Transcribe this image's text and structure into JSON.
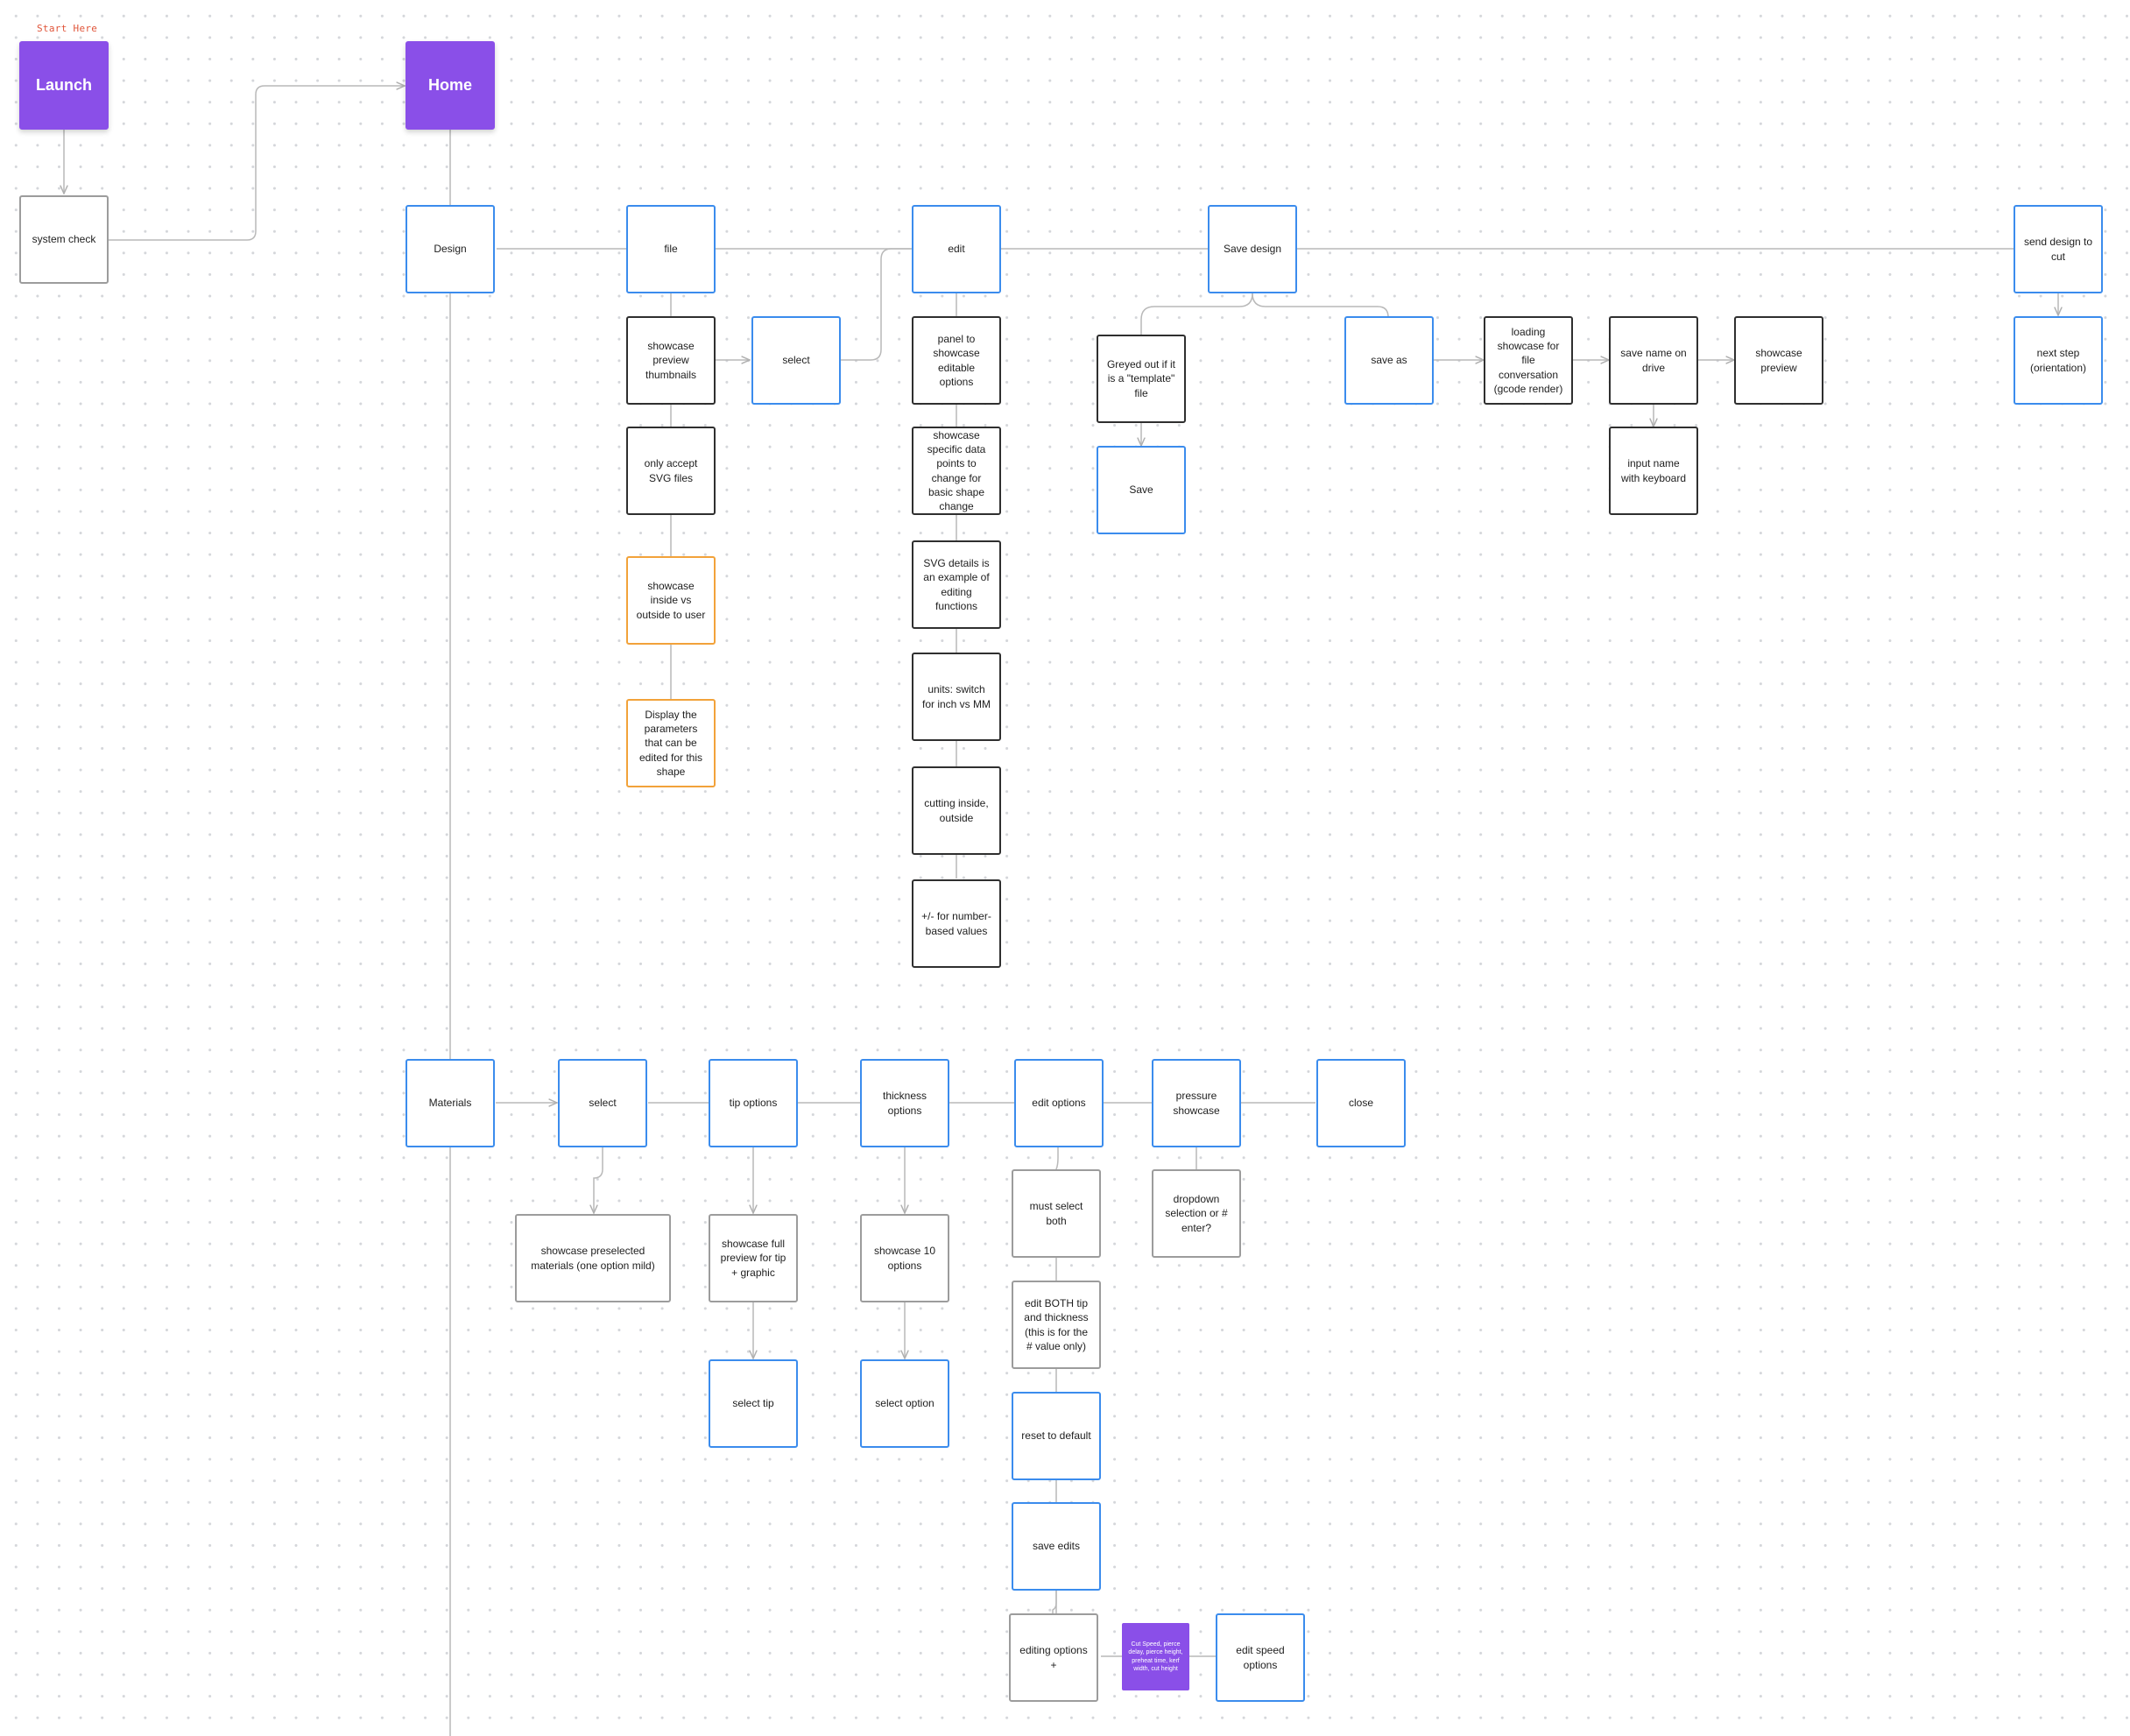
{
  "start_label": "Start Here",
  "nodes": {
    "launch": "Launch",
    "home": "Home",
    "system_check": "system check",
    "design": "Design",
    "file": "file",
    "showcase_preview_thumbnails": "showcase preview thumbnails",
    "select_design": "select",
    "only_accept_svg": "only accept SVG files",
    "showcase_inside_outside": "showcase inside vs outside to user",
    "display_parameters": "Display the parameters that can be edited for this shape",
    "edit": "edit",
    "panel_editable": "panel to showcase editable options",
    "showcase_data_points": "showcase specific data points to change for basic shape change",
    "svg_details": "SVG details is an example of editing functions",
    "units_switch": "units: switch for inch vs MM",
    "cutting_inside": "cutting inside, outside",
    "plus_minus": "+/- for  number-based values",
    "save_design": "Save design",
    "greyed_out": "Greyed out if it is a \"template\" file",
    "save": "Save",
    "save_as": "save as",
    "loading_showcase": "loading showcase for file conversation (gcode render)",
    "save_name_drive": "save name on drive",
    "showcase_preview": "showcase preview",
    "input_name_keyboard": "input name with keyboard",
    "send_design": "send design to cut",
    "next_step": "next step (orientation)",
    "materials": "Materials",
    "select_materials": "select",
    "showcase_preselected": "showcase preselected materials (one option mild)",
    "tip_options": "tip options",
    "showcase_full_preview": "showcase full preview for tip + graphic",
    "select_tip": "select tip",
    "thickness_options": "thickness options",
    "showcase_10_options": "showcase 10 options",
    "select_option": "select  option",
    "edit_options": "edit options",
    "must_select_both": "must select both",
    "edit_both": "edit BOTH tip and thickness (this is for the # value only)",
    "reset_default": "reset to default",
    "save_edits": "save edits",
    "editing_options": "editing options +",
    "note_cut_speed": "Cut Speed, pierce delay, pierce height, preheat time, kerf width, cut height",
    "edit_speed_options": "edit speed options",
    "pressure_showcase": "pressure showcase",
    "dropdown_selection": "dropdown selection or # enter?",
    "close": "close"
  },
  "colors": {
    "start_label": "#e0553a",
    "purple": "#8a4fe8",
    "blue_border": "#3b8ced",
    "dark_border": "#2f2f2f",
    "grey_border": "#9c9c9c",
    "orange_border": "#f2a23a",
    "connector": "#b9b9b9"
  }
}
